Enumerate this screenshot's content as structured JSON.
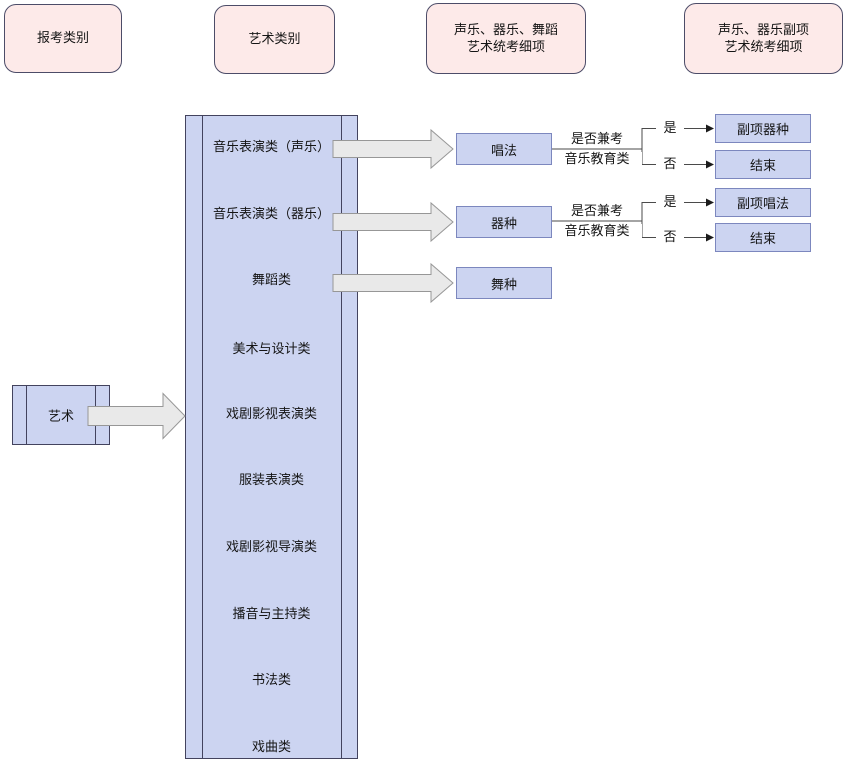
{
  "headers": [
    {
      "line1": "报考类别"
    },
    {
      "line1": "艺术类别"
    },
    {
      "line1": "声乐、器乐、舞蹈",
      "line2": "艺术统考细项"
    },
    {
      "line1": "声乐、器乐副项",
      "line2": "艺术统考细项"
    }
  ],
  "root_node": {
    "label": "艺术"
  },
  "art_categories": [
    "音乐表演类（声乐）",
    "音乐表演类（器乐）",
    "舞蹈类",
    "美术与设计类",
    "戏剧影视表演类",
    "服装表演类",
    "戏剧影视导演类",
    "播音与主持类",
    "书法类",
    "戏曲类"
  ],
  "detail_nodes": [
    {
      "label": "唱法"
    },
    {
      "label": "器种"
    },
    {
      "label": "舞种"
    }
  ],
  "branch_rows": [
    {
      "question_line1": "是否兼考",
      "question_line2": "音乐教育类",
      "yes": "是",
      "no": "否",
      "yes_target": "副项器种",
      "no_target": "结束"
    },
    {
      "question_line1": "是否兼考",
      "question_line2": "音乐教育类",
      "yes": "是",
      "no": "否",
      "yes_target": "副项唱法",
      "no_target": "结束"
    }
  ],
  "colors": {
    "header_fill": "#fdeae9",
    "header_border": "#4c4c68",
    "node_fill": "#ccd4f1",
    "node_border": "#7c87be",
    "container_border": "#43435e",
    "block_arrow_fill": "#e9e9e9",
    "block_arrow_border": "#979797",
    "connector": "#4a4a4a",
    "background": "#ffffff"
  }
}
